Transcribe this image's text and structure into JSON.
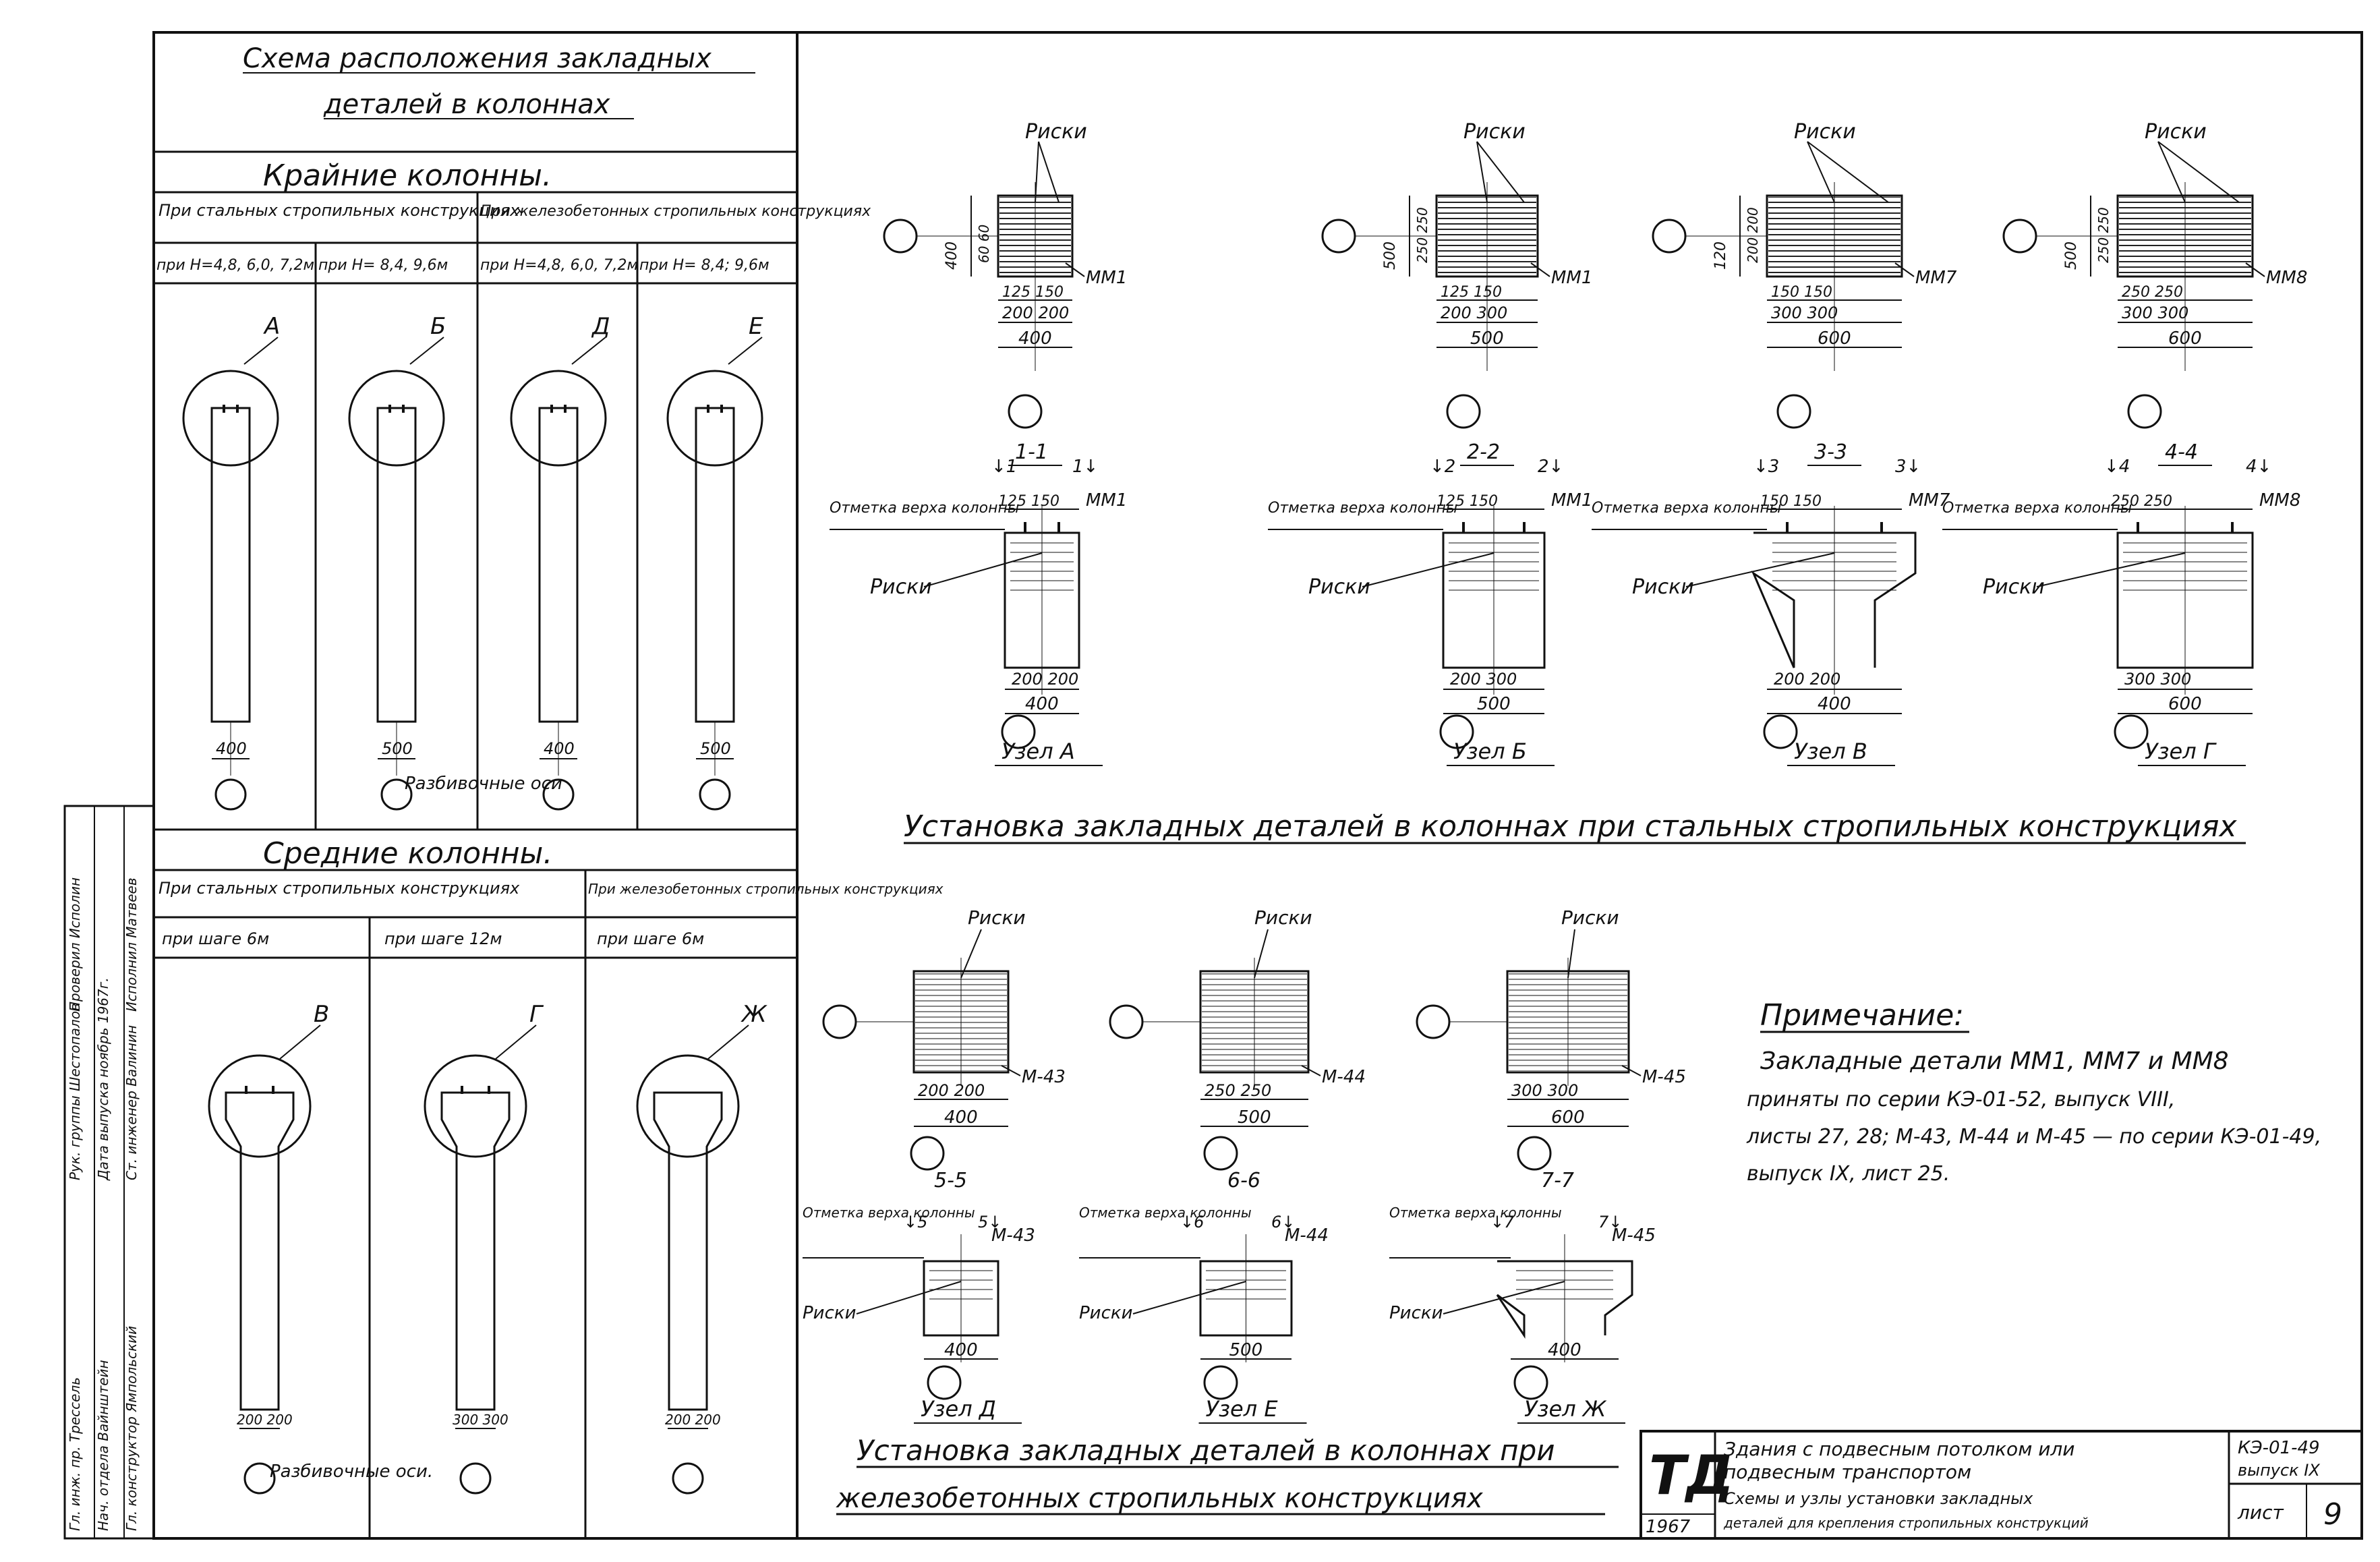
{
  "schema": {
    "title_line1": "Схема расположения закладных",
    "title_line2": "деталей в колоннах"
  },
  "edge_columns": {
    "heading": "Крайние колонны.",
    "col1_header": "При стальных стропильных конструкциях",
    "col2_header": "При железобетонных стропильных конструкциях",
    "sub1": "при Н=4,8, 6,0, 7,2м",
    "sub2": "при Н= 8,4, 9,6м",
    "sub3": "при Н=4,8, 6,0, 7,2м",
    "sub4": "при Н= 8,4; 9,6м",
    "labels": [
      "А",
      "Б",
      "Д",
      "Е"
    ],
    "dims": [
      "400",
      "500",
      "400",
      "500"
    ],
    "axes_note": "Разбивочные оси"
  },
  "middle_columns": {
    "heading": "Средние колонны.",
    "col1_header": "При стальных стропильных конструкциях",
    "col2_header": "При железобетонных стропильных конструкциях",
    "sub1": "при шаге 6м",
    "sub2": "при шаге 12м",
    "sub3": "при шаге 6м",
    "labels": [
      "В",
      "Г",
      "Ж"
    ],
    "dims": [
      "200 200",
      "300 300",
      "200 200"
    ],
    "axes_note": "Разбивочные оси."
  },
  "common": {
    "riski": "Риски",
    "otmetka": "Отметка верха колонны"
  },
  "sections_steel": [
    {
      "label": "1-1",
      "part": "ММ1",
      "d_top": "125 150",
      "d_mid": "200 200",
      "d_bot": "400",
      "d_v1": "400",
      "d_v2": "60 60"
    },
    {
      "label": "2-2",
      "part": "ММ1",
      "d_top": "125 150",
      "d_mid": "200 300",
      "d_bot": "500",
      "d_v1": "500",
      "d_v2": "250 250"
    },
    {
      "label": "3-3",
      "part": "ММ7",
      "d_top": "150 150",
      "d_mid": "300 300",
      "d_bot": "600",
      "d_v1": "120",
      "d_v2": "200 200"
    },
    {
      "label": "4-4",
      "part": "ММ8",
      "d_top": "250 250",
      "d_mid": "300 300",
      "d_bot": "600",
      "d_v1": "500",
      "d_v2": "250 250"
    }
  ],
  "nodes_steel": [
    {
      "label": "Узел А",
      "sec": "1",
      "part": "ММ1",
      "d_top": "125 150",
      "d_mid": "200 200",
      "d_bot": "400"
    },
    {
      "label": "Узел Б",
      "sec": "2",
      "part": "ММ1",
      "d_top": "125 150",
      "d_mid": "200 300",
      "d_bot": "500"
    },
    {
      "label": "Узел В",
      "sec": "3",
      "part": "ММ7",
      "d_top": "150 150",
      "d_mid": "200 200",
      "d_bot": "400"
    },
    {
      "label": "Узел Г",
      "sec": "4",
      "part": "ММ8",
      "d_top": "250 250",
      "d_mid": "300 300",
      "d_bot": "600"
    }
  ],
  "steel_caption": "Установка закладных деталей в колоннах при стальных стропильных конструкциях",
  "sections_rc": [
    {
      "label": "5-5",
      "part": "М-43",
      "d_mid": "200 200",
      "d_bot": "400"
    },
    {
      "label": "6-6",
      "part": "М-44",
      "d_mid": "250 250",
      "d_bot": "500"
    },
    {
      "label": "7-7",
      "part": "М-45",
      "d_mid": "300 300",
      "d_bot": "600"
    }
  ],
  "nodes_rc": [
    {
      "label": "Узел Д",
      "sec": "5",
      "part": "М-43",
      "d_bot": "400"
    },
    {
      "label": "Узел Е",
      "sec": "6",
      "part": "М-44",
      "d_bot": "500"
    },
    {
      "label": "Узел Ж",
      "sec": "7",
      "part": "М-45",
      "d_bot": "400"
    }
  ],
  "rc_caption1": "Установка закладных деталей в колоннах при",
  "rc_caption2": "железобетонных стропильных конструкциях",
  "note": {
    "heading": "Примечание:",
    "line1": "Закладные детали ММ1, ММ7 и ММ8",
    "line2": "приняты по серии КЭ-01-52, выпуск VIII,",
    "line3": "листы 27, 28; М-43, М-44 и М-45 — по серии КЭ-01-49,",
    "line4": "выпуск IX, лист 25."
  },
  "title_block": {
    "logo": "ТД",
    "year": "1967",
    "line1": "Здания с подвесным потолком или",
    "line2": "подвесным транспортом",
    "line3": "Схемы и узлы установки закладных",
    "line4": "деталей для крепления стропильных конструкций",
    "code": "КЭ-01-49",
    "issue": "выпуск IX",
    "sheet_label": "лист",
    "sheet_no": "9"
  },
  "stamp": [
    "Гл. инж. пр.   Трессель",
    "Нач. отдела   Вайнштейн",
    "Гл. конструктор   Ямпольский",
    "Рук. группы   Шестопалов",
    "Дата выпуска   ноябрь 1967г.",
    "Ст. инженер   Валинин",
    "Исполнил   Матвеев",
    "Проверил   Исполин"
  ]
}
